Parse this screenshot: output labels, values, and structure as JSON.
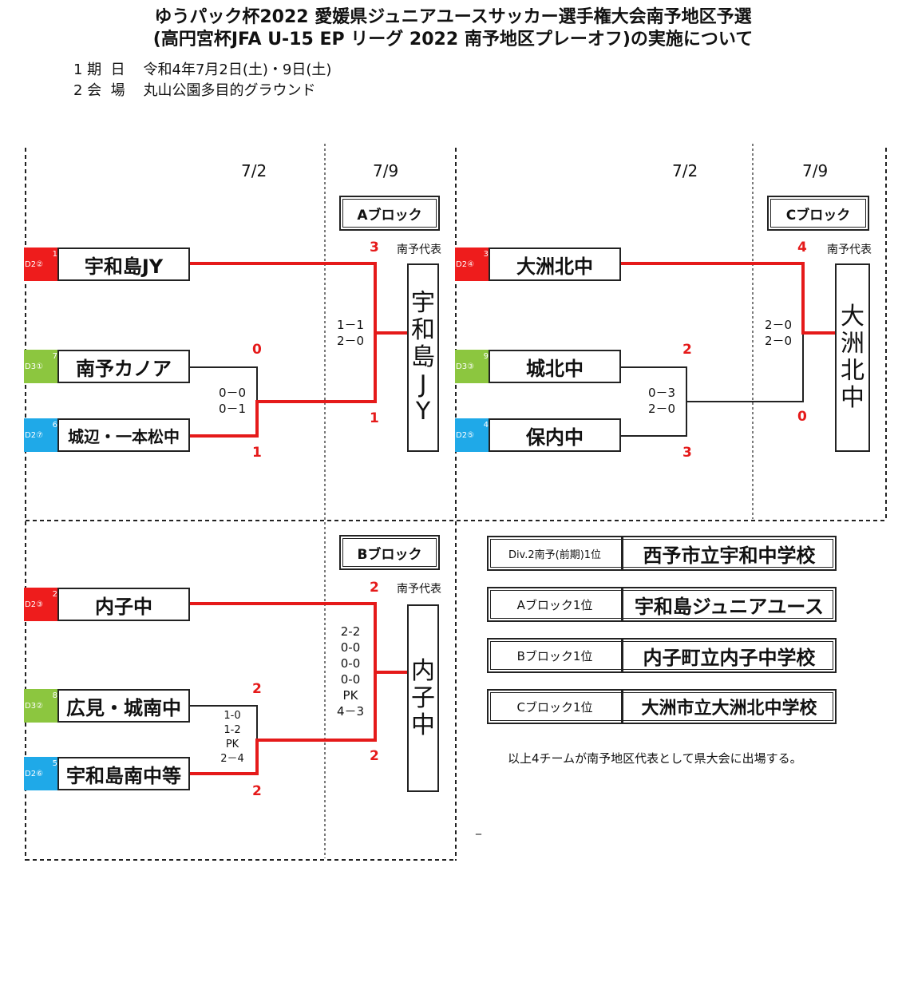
{
  "header": {
    "title_line1": "ゆうパック杯2022 愛媛県ジュニアユースサッカー選手権大会南予地区予選",
    "title_line2": "(高円宮杯JFA U-15 EP リーグ 2022 南予地区プレーオフ)の実施について",
    "period": "1 期  日    令和4年7月2日(土)・9日(土)",
    "venue": "2 会  場    丸山公園多目的グラウンド"
  },
  "dates": {
    "d1": "7/2",
    "d2": "7/9"
  },
  "rep_label": "南予代表",
  "block_a": {
    "label": "Aブロック",
    "teams": [
      {
        "seed": "1",
        "div": "D2②",
        "name": "宇和島JY"
      },
      {
        "seed": "7",
        "div": "D3①",
        "name": "南予カノア"
      },
      {
        "seed": "6",
        "div": "D2⑦",
        "name": "城辺・一本松中"
      }
    ],
    "semi": {
      "score_top": "0",
      "score_bottom": "1",
      "result_1": "0－0",
      "result_2": "0－1"
    },
    "final": {
      "score_top": "3",
      "score_bottom": "1",
      "result_1": "1－1",
      "result_2": "2－0"
    },
    "winner_chars": [
      "宇",
      "和",
      "島",
      "J",
      "Y"
    ]
  },
  "block_c": {
    "label": "Cブロック",
    "teams": [
      {
        "seed": "3",
        "div": "D2④",
        "name": "大洲北中"
      },
      {
        "seed": "9",
        "div": "D3③",
        "name": "城北中"
      },
      {
        "seed": "4",
        "div": "D2⑤",
        "name": "保内中"
      }
    ],
    "semi": {
      "score_top": "2",
      "score_bottom": "3",
      "result_1": "0－3",
      "result_2": "2－0"
    },
    "final": {
      "score_top": "4",
      "score_bottom": "0",
      "result_1": "2－0",
      "result_2": "2－0"
    },
    "winner_chars": [
      "大",
      "洲",
      "北",
      "中"
    ]
  },
  "block_b": {
    "label": "Bブロック",
    "teams": [
      {
        "seed": "2",
        "div": "D2③",
        "name": "内子中"
      },
      {
        "seed": "8",
        "div": "D3②",
        "name": "広見・城南中"
      },
      {
        "seed": "5",
        "div": "D2⑥",
        "name": "宇和島南中等"
      }
    ],
    "semi": {
      "score_top": "2",
      "score_bottom": "2",
      "result_1": "1-0",
      "result_2": "1-2",
      "result_3": "PK",
      "result_4": "2－4"
    },
    "final": {
      "score_top": "2",
      "score_bottom": "2",
      "result_1": "2-2",
      "result_2": "0-0",
      "result_3": "0-0",
      "result_4": "0-0",
      "result_5": "PK",
      "result_6": "4－3"
    },
    "winner_chars": [
      "内",
      "子",
      "中"
    ]
  },
  "summary": [
    {
      "label": "Div.2南予(前期)1位",
      "value": "西予市立宇和中学校"
    },
    {
      "label": "Aブロック1位",
      "value": "宇和島ジュニアユース"
    },
    {
      "label": "Bブロック1位",
      "value": "内子町立内子中学校"
    },
    {
      "label": "Cブロック1位",
      "value": "大洲市立大洲北中学校"
    }
  ],
  "note": "以上4チームが南予地区代表として県大会に出場する。",
  "stray_mark": "_",
  "colors": {
    "win_line": "#e51a1a",
    "lose_line": "#222222",
    "seed_red": "#ee1c1c",
    "seed_green": "#8cc63f",
    "seed_blue": "#1fa9e8"
  }
}
